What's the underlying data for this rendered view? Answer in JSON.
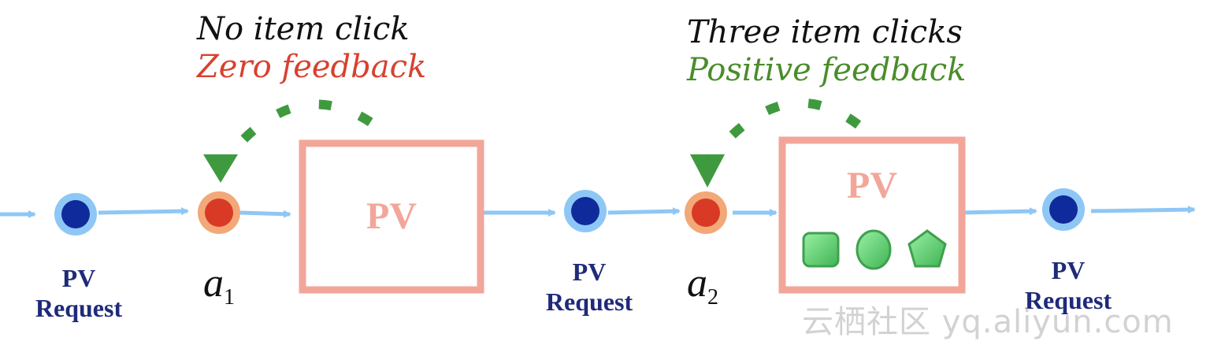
{
  "captions": [
    {
      "line1": "No item click",
      "line2": "Zero feedback",
      "line2_color": "#d8412f"
    },
    {
      "line1": "Three item clicks",
      "line2": "Positive feedback",
      "line2_color": "#4a8c2a"
    }
  ],
  "pv_requests": [
    {
      "line1": "PV",
      "line2": "Request"
    },
    {
      "line1": "PV",
      "line2": "Request"
    },
    {
      "line1": "PV",
      "line2": "Request"
    }
  ],
  "actions": [
    {
      "symbol": "a",
      "index": "1"
    },
    {
      "symbol": "a",
      "index": "2"
    }
  ],
  "boxes": [
    {
      "label": "PV"
    },
    {
      "label": "PV"
    }
  ],
  "watermark": "云栖社区 yq.aliyun.com",
  "colors": {
    "timeline": "#8ec7f5",
    "pv_node": "#0f2a9a",
    "pv_node_ring": "#8ec7f5",
    "action_node": "#d83a26",
    "action_node_ring": "#f2a878",
    "box_border": "#f2a69a",
    "box_label": "#f2a69a",
    "feedback_arrow": "#3f9a3f",
    "item_shapes": "#6bd97a"
  },
  "icons": [
    "square-item-icon",
    "circle-item-icon",
    "pentagon-item-icon"
  ]
}
